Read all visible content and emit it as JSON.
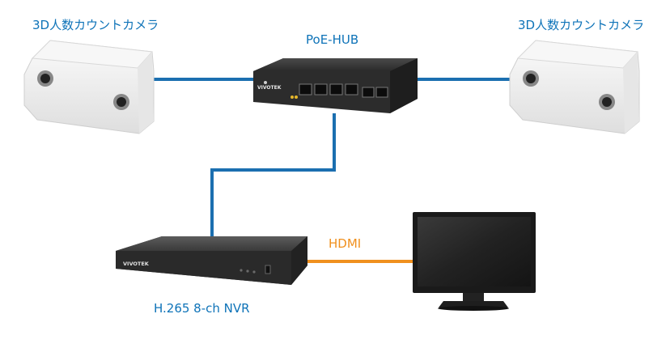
{
  "camera_left": {
    "label": "3D人数カウントカメラ"
  },
  "camera_right": {
    "label": "3D人数カウントカメラ"
  },
  "hub": {
    "label": "PoE-HUB",
    "brand": "VIVOTEK"
  },
  "nvr": {
    "label": "H.265 8-ch NVR",
    "brand": "VIVOTEK"
  },
  "link_hdmi": {
    "label": "HDMI"
  },
  "colors": {
    "network_cable": "#1b6fb0",
    "hdmi_cable": "#f0901e",
    "label_blue": "#0e73b8"
  }
}
